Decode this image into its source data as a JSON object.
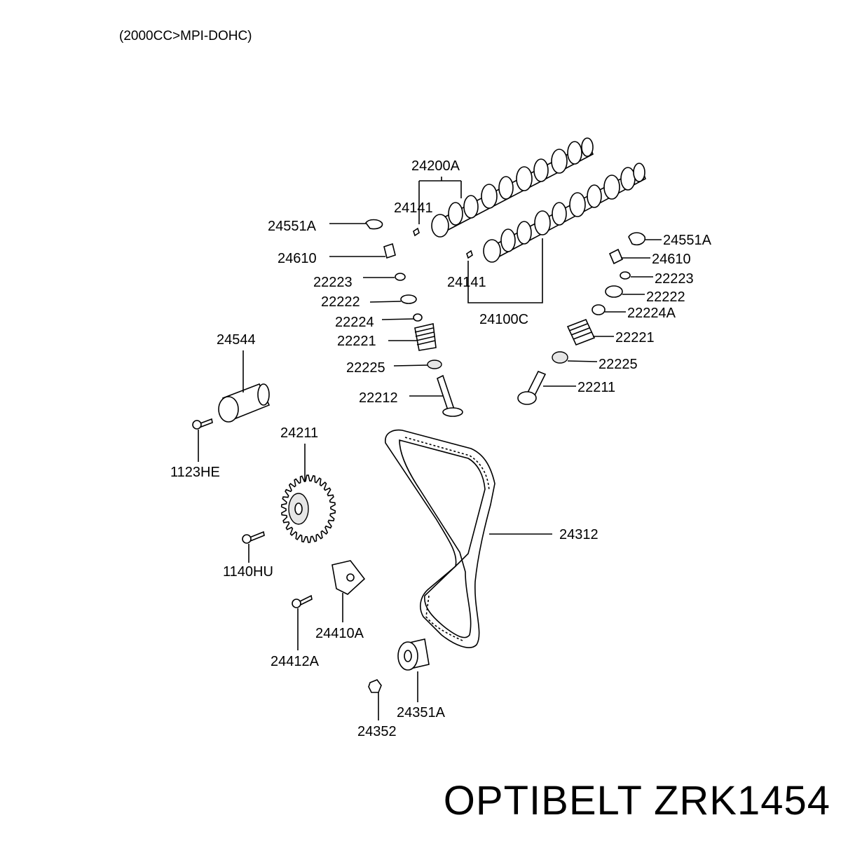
{
  "header": {
    "engine_spec": "(2000CC>MPI-DOHC)"
  },
  "footer": {
    "brand": "OPTIBELT",
    "part_number": "ZRK1454"
  },
  "callouts": {
    "c24200A": "24200A",
    "c24141_top": "24141",
    "c24551A_left": "24551A",
    "c24610_left": "24610",
    "c22223_left": "22223",
    "c22222_left": "22222",
    "c22224": "22224",
    "c22221_left": "22221",
    "c22225_left": "22225",
    "c22212": "22212",
    "c24141_mid": "24141",
    "c24100C": "24100C",
    "c24551A_right": "24551A",
    "c24610_right": "24610",
    "c22223_right": "22223",
    "c22222_right": "22222",
    "c22224A": "22224A",
    "c22221_right": "22221",
    "c22225_right": "22225",
    "c22211": "22211",
    "c24544": "24544",
    "c1123HE": "1123HE",
    "c24211": "24211",
    "c24312": "24312",
    "c1140HU": "1140HU",
    "c24410A": "24410A",
    "c24412A": "24412A",
    "c24351A": "24351A",
    "c24352": "24352"
  }
}
